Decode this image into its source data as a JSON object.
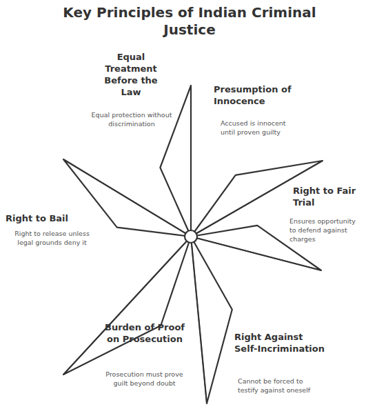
{
  "diagram": {
    "title": "Key Principles of Indian Criminal Justice",
    "labels": [
      "Equal Treatment Before the Law",
      "Equal protection without discrimination",
      "Presumption of Innocence",
      "Accused is innocent until proven guilty",
      "Right to Fair Trial",
      "Ensures opportunity to defend against charges",
      "Right to Bail",
      "Right to release unless legal grounds deny it",
      "Burden of Proof on Prosecution",
      "Prosecution must prove guilt beyond doubt",
      "Right Against Self-Incrimination",
      "Cannot be forced to testify against oneself"
    ]
  }
}
